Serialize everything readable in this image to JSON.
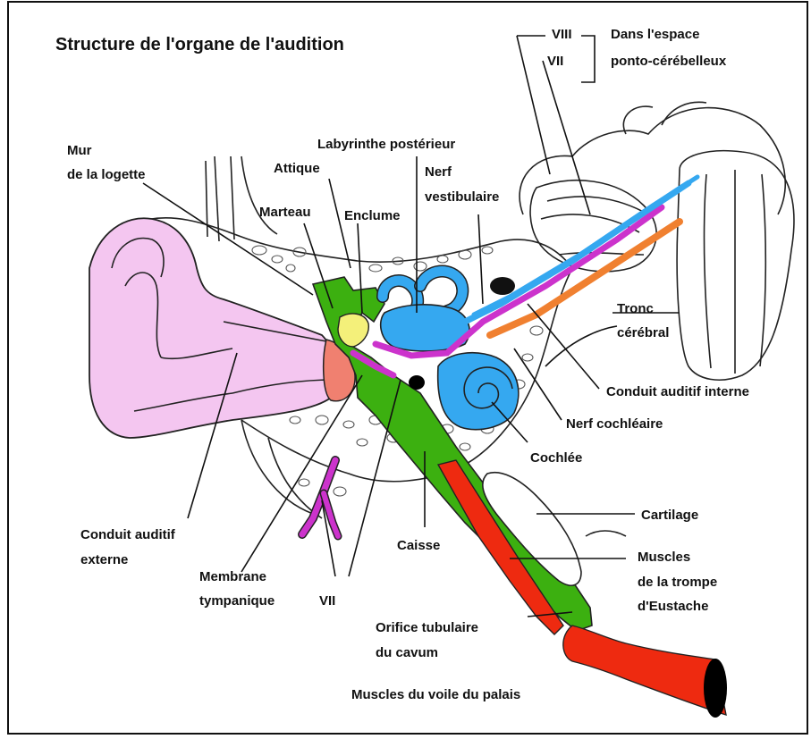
{
  "title": "Structure de l'organe de l'audition",
  "labels": {
    "viii": "VIII",
    "vii_top": "VII",
    "espace_line1": "Dans l'espace",
    "espace_line2": "ponto-cérébelleux",
    "mur_line1": "Mur",
    "mur_line2": "de la logette",
    "attique": "Attique",
    "marteau": "Marteau",
    "enclume": "Enclume",
    "labyrinthe": "Labyrinthe postérieur",
    "nerf_vest_line1": "Nerf",
    "nerf_vest_line2": "vestibulaire",
    "tronc_line1": "Tronc",
    "tronc_line2": "cérébral",
    "conduit_interne": "Conduit auditif interne",
    "nerf_cochleaire": "Nerf cochléaire",
    "cochlee": "Cochlée",
    "cartilage": "Cartilage",
    "muscles_trompe_line1": "Muscles",
    "muscles_trompe_line2": "de la trompe",
    "muscles_trompe_line3": "d'Eustache",
    "conduit_externe_line1": "Conduit auditif",
    "conduit_externe_line2": "externe",
    "membrane_line1": "Membrane",
    "membrane_line2": "tympanique",
    "caisse": "Caisse",
    "vii_bottom": "VII",
    "orifice_line1": "Orifice tubulaire",
    "orifice_line2": "du cavum",
    "muscles_voile": "Muscles du voile du palais"
  },
  "colors": {
    "external_ear": "#f4c6f0",
    "ossicles_green": "#3cb010",
    "labyrinth_blue": "#35a8f0",
    "nerve_purple": "#cc33cc",
    "nerve_orange": "#f08030",
    "tympanic_membrane": "#f08070",
    "incus_yellow": "#f4f07a",
    "muscle_red": "#ee2a10",
    "outline": "#222222"
  }
}
